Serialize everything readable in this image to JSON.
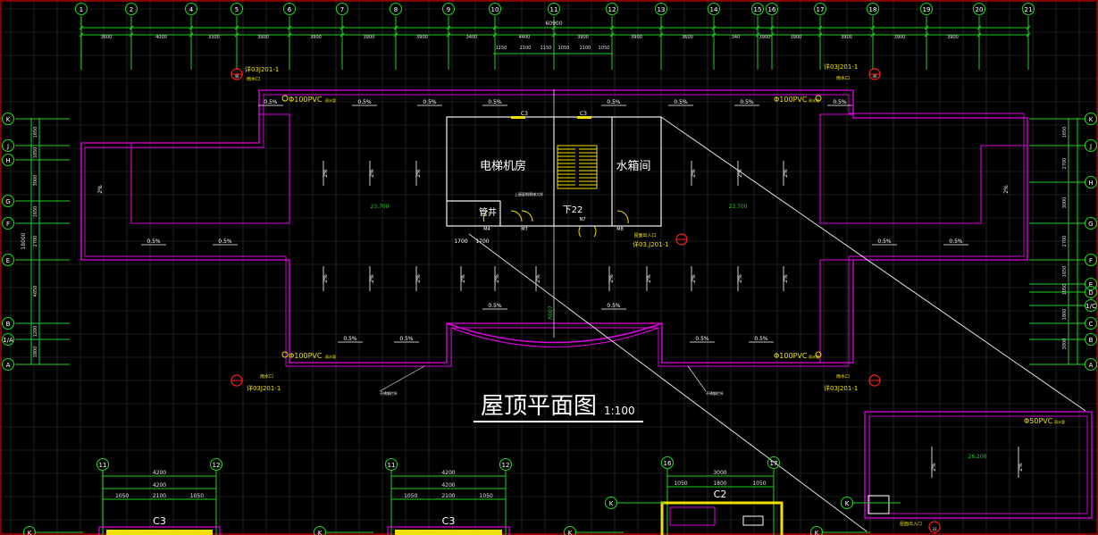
{
  "drawing": {
    "title": "屋顶平面图",
    "scale": "1:100",
    "rooms": {
      "elevator_room": "电梯机房",
      "water_tank_room": "水箱间",
      "pipe_shaft": "管井"
    },
    "stair_label": "下22",
    "overall_dimension": "60900",
    "grid_top": [
      "1",
      "2",
      "4",
      "5",
      "6",
      "7",
      "8",
      "9",
      "10",
      "11",
      "12",
      "13",
      "14",
      "15",
      "16",
      "17",
      "18",
      "19",
      "20",
      "21"
    ],
    "grid_side_left": [
      "K",
      "J",
      "H",
      "G",
      "F",
      "E",
      "B",
      "1/A",
      "A"
    ],
    "grid_side_right": [
      "K",
      "J",
      "H",
      "G",
      "F",
      "E",
      "D",
      "1/C",
      "C",
      "B",
      "A"
    ],
    "dims_top": [
      "3600",
      "4000",
      "3300",
      "3900",
      "3900",
      "3900",
      "3900",
      "3400",
      "4400",
      "3900",
      "3900",
      "3600",
      "340",
      "3900",
      "3900",
      "3900",
      "3900",
      "3900"
    ],
    "dims_sub": [
      "1150",
      "2100",
      "1150",
      "1050",
      "2100",
      "1050"
    ],
    "dims_left": [
      "1650",
      "1050",
      "3000",
      "1650",
      "2700",
      "4650",
      "1200",
      "1800"
    ],
    "dims_left_total": "18000",
    "dims_right": [
      "1650",
      "2700",
      "3000",
      "2700",
      "1650",
      "1050",
      "1800",
      "3000"
    ],
    "detail_ref": "详03J201-1",
    "detail_ref_small": "详03.J201-1",
    "note_gutter": "雨水口",
    "pipe_label": "Φ100PVC",
    "pipe_suffix": "雨水管",
    "slope_main": "0.5%",
    "slope_side": "2%",
    "elev_left": "23.700",
    "elev_right": "23.700",
    "ridge_label": "R007",
    "doors": [
      "M4",
      "M7",
      "N7",
      "M8"
    ],
    "windows": [
      "C3",
      "C3"
    ],
    "small_dims": [
      "1700",
      "1700"
    ],
    "detail_bubble": "46",
    "detail_bubble_b": "33",
    "roof_access": "屋面出入口",
    "drain_note": "不锈钢栏杆",
    "stair_note": "上屋面钢爬梯大样",
    "inset_pipe": "Φ50PVC",
    "inset_elev": "26.200",
    "bottom_grid_a": [
      "11",
      "12"
    ],
    "bottom_grid_b": [
      "11",
      "12"
    ],
    "bottom_grid_c": [
      "16",
      "17"
    ],
    "bottom_dims_a": [
      "4200",
      "4200",
      "1050",
      "2100",
      "1050"
    ],
    "bottom_dims_c": [
      "3000",
      "1050",
      "1800",
      "1050"
    ],
    "window_c3": "C3",
    "window_c2": "C2",
    "edge_K": "K"
  }
}
